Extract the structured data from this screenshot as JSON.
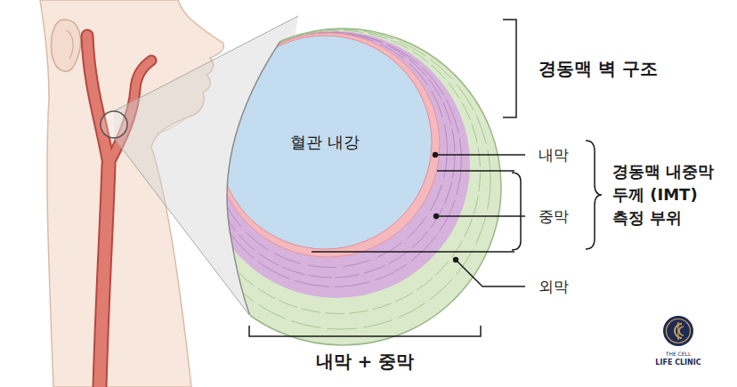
{
  "diagram": {
    "title": "경동맥 벽 구조",
    "nodes": [
      {
        "text": [
          "혈관 내강"
        ]
      }
    ],
    "labels": [
      "내막",
      "중막",
      "경동맥 내중막 두께 (IMT) 측정 부위",
      "외막",
      "내막 + 중막",
      "THE CELL",
      "LIFE CLINIC"
    ]
  }
}
